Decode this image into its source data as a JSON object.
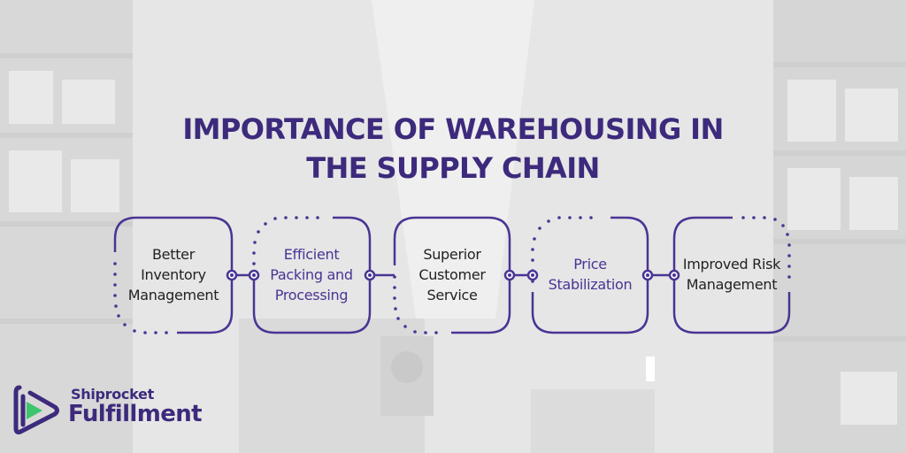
{
  "title": {
    "line1": "IMPORTANCE OF WAREHOUSING IN",
    "line2": "THE SUPPLY CHAIN"
  },
  "steps": [
    {
      "label": "Better Inventory Management",
      "style": "dark"
    },
    {
      "label": "Efficient Packing and Processing",
      "style": "purple"
    },
    {
      "label": "Superior Customer Service",
      "style": "dark"
    },
    {
      "label": "Price Stabilization",
      "style": "purple"
    },
    {
      "label": "Improved Risk Management",
      "style": "dark"
    }
  ],
  "logo": {
    "top_text": "Shiprocket",
    "main_text": "Fulfillment",
    "icon": "play-triangle-icon"
  },
  "colors": {
    "primary": "#3d2a7c",
    "accent_green": "#3ec46d",
    "outline": "#4a3494"
  }
}
